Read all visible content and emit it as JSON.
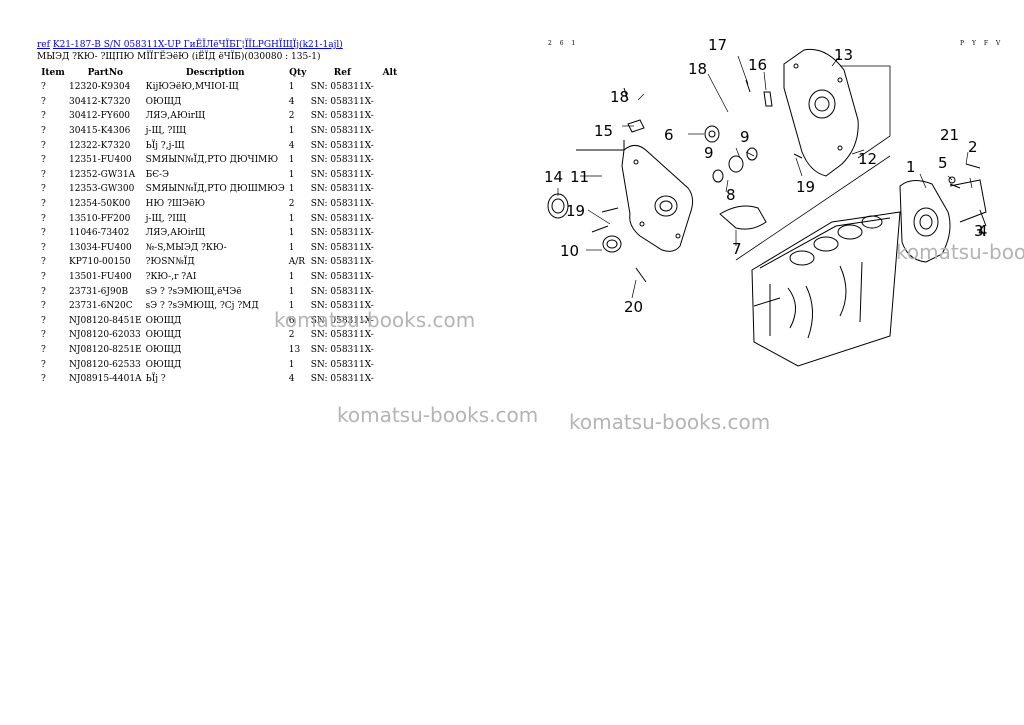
{
  "nav": {
    "ref_label": "ref",
    "ref_link": "K21-187-B S/N 058311X-UP ГиЁЇЛёЧЇБГ¦ЇЇLPGНЇЩЇј(k21-1ajl)"
  },
  "subtitle": "МЫЭД ?КЮ- ?ЩПЮ МЇЇГЁЭёЮ (іЁЇД ёЧЇБ)(030080 : 135-1)",
  "columns": {
    "item": "Item",
    "partno": "PartNo",
    "description": "Description",
    "qty": "Qty",
    "ref": "Ref",
    "alt": "Alt"
  },
  "rows": [
    {
      "item": "?",
      "partno": "12320-K9304",
      "description": "КіјЮЭёЮ,МЧІОІ-Щ",
      "qty": "1",
      "ref": "SN: 058311X-"
    },
    {
      "item": "?",
      "partno": "30412-K7320",
      "description": "ОЮЩД",
      "qty": "4",
      "ref": "SN: 058311X-"
    },
    {
      "item": "?",
      "partno": "30412-FY600",
      "description": "ЛЯЭ,АЮіrЩ",
      "qty": "2",
      "ref": "SN: 058311X-"
    },
    {
      "item": "?",
      "partno": "30415-K4306",
      "description": "ј-Щ, ?ІЩ",
      "qty": "1",
      "ref": "SN: 058311X-"
    },
    {
      "item": "?",
      "partno": "12322-K7320",
      "description": "ЬЇј ?,ј-Щ",
      "qty": "4",
      "ref": "SN: 058311X-"
    },
    {
      "item": "?",
      "partno": "12351-FU400",
      "description": "SМЯЫN№ЇД,РТО ДЮЧІМЮ",
      "qty": "1",
      "ref": "SN: 058311X-"
    },
    {
      "item": "?",
      "partno": "12352-GW31A",
      "description": "БЄ-Э",
      "qty": "1",
      "ref": "SN: 058311X-"
    },
    {
      "item": "?",
      "partno": "12353-GW300",
      "description": "SМЯЫN№ЇД,РТО ДЮШМЮЭ",
      "qty": "1",
      "ref": "SN: 058311X-"
    },
    {
      "item": "?",
      "partno": "12354-50K00",
      "description": "НЮ ?ШЭёЮ",
      "qty": "2",
      "ref": "SN: 058311X-"
    },
    {
      "item": "?",
      "partno": "13510-FF200",
      "description": "ј-Щ, ?ІЩ",
      "qty": "1",
      "ref": "SN: 058311X-"
    },
    {
      "item": "?",
      "partno": "11046-73402",
      "description": "ЛЯЭ,АЮіrЩ",
      "qty": "1",
      "ref": "SN: 058311X-"
    },
    {
      "item": "?",
      "partno": "13034-FU400",
      "description": "№-S,МЫЭД ?КЮ-",
      "qty": "1",
      "ref": "SN: 058311X-"
    },
    {
      "item": "?",
      "partno": "KP710-00150",
      "description": "?ЮSN№ЇД",
      "qty": "A/R",
      "ref": "SN: 058311X-"
    },
    {
      "item": "?",
      "partno": "13501-FU400",
      "description": "?КЮ-,r ?АІ",
      "qty": "1",
      "ref": "SN: 058311X-"
    },
    {
      "item": "?",
      "partno": "23731-6J90B",
      "description": "sЭ ? ?sЭМЮЩ,ёЧЭё",
      "qty": "1",
      "ref": "SN: 058311X-"
    },
    {
      "item": "?",
      "partno": "23731-6N20C",
      "description": "sЭ ? ?sЭМЮЩ, ?Сј ?МД",
      "qty": "1",
      "ref": "SN: 058311X-"
    },
    {
      "item": "?",
      "partno": "NJ08120-8451E",
      "description": "ОЮЩД",
      "qty": "6",
      "ref": "SN: 058311X-"
    },
    {
      "item": "?",
      "partno": "NJ08120-62033",
      "description": "ОЮЩД",
      "qty": "2",
      "ref": "SN: 058311X-"
    },
    {
      "item": "?",
      "partno": "NJ08120-8251E",
      "description": "ОЮЩД",
      "qty": "13",
      "ref": "SN: 058311X-"
    },
    {
      "item": "?",
      "partno": "NJ08120-62533",
      "description": "ОЮЩД",
      "qty": "1",
      "ref": "SN: 058311X-"
    },
    {
      "item": "?",
      "partno": "NJ08915-4401A",
      "description": "ЬЇј ?",
      "qty": "4",
      "ref": "SN: 058311X-"
    }
  ],
  "page_number": "2 6 1",
  "page_code": "Р Y F V",
  "watermark_text": "komatsu-books.com",
  "diagram": {
    "callouts": [
      "1",
      "2",
      "3",
      "4",
      "5",
      "6",
      "7",
      "8",
      "9",
      "9",
      "10",
      "11",
      "12",
      "13",
      "14",
      "15",
      "16",
      "17",
      "18",
      "18",
      "19",
      "19",
      "20",
      "21"
    ]
  },
  "colors": {
    "link": "#0000ee",
    "watermark": "#b4b4b4",
    "callout": "#000000"
  }
}
